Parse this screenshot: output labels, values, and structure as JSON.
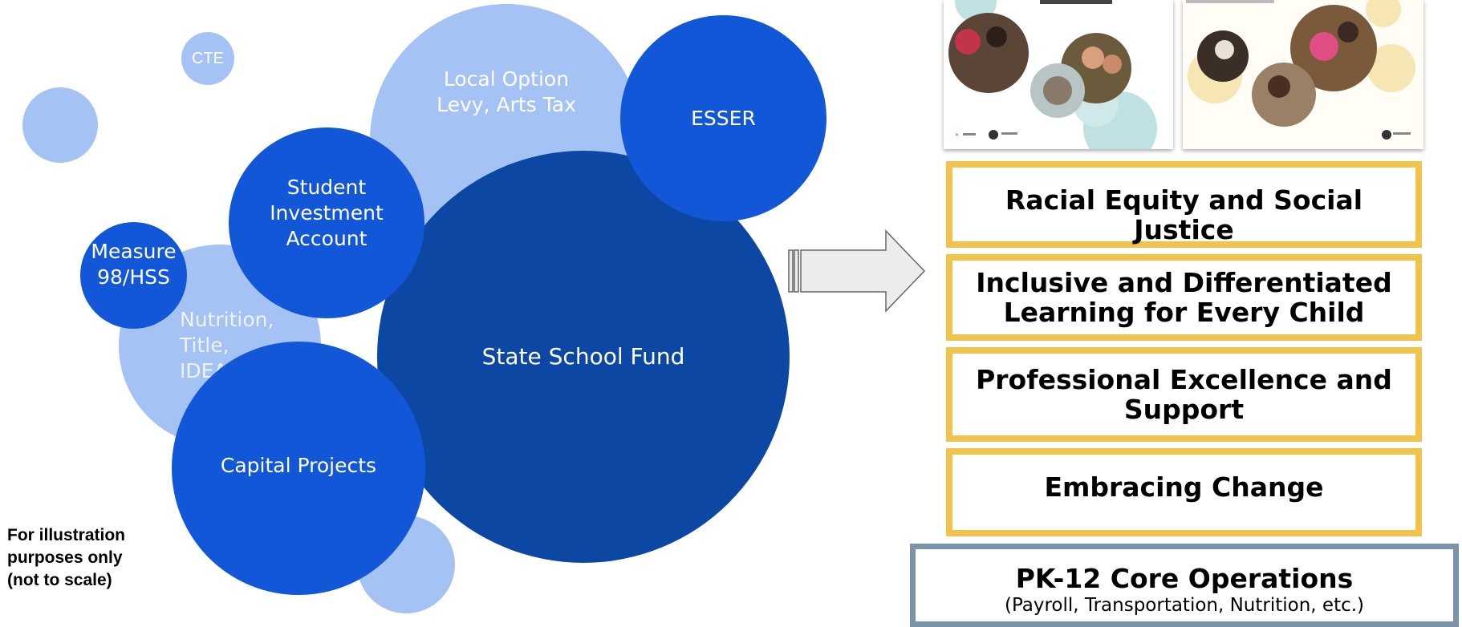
{
  "bubbles": {
    "cte": "CTE",
    "local_option": "Local Option\nLevy, Arts Tax",
    "esser": "ESSER",
    "student_investment": "Student\nInvestment\nAccount",
    "measure": "Measure\n98/HSS",
    "nutrition": "Nutrition,\nTitle,\nIDEA",
    "state_school_fund": "State School Fund",
    "capital_projects": "Capital Projects"
  },
  "footnote": "For illustration\npurposes only\n(not to scale)",
  "priorities": [
    "Racial Equity and Social Justice",
    "Inclusive and Differentiated Learning for Every Child",
    "Professional Excellence and Support",
    "Embracing Change"
  ],
  "core": {
    "title": "PK-12 Core Operations",
    "subtitle": "(Payroll, Transportation, Nutrition, etc.)"
  },
  "colors": {
    "light_bubble": "#a4c2f4",
    "mid_bubble": "#1257d8",
    "dark_bubble": "#0b47a3",
    "priority_border": "#f1c34a",
    "core_border": "#7a93a7"
  }
}
